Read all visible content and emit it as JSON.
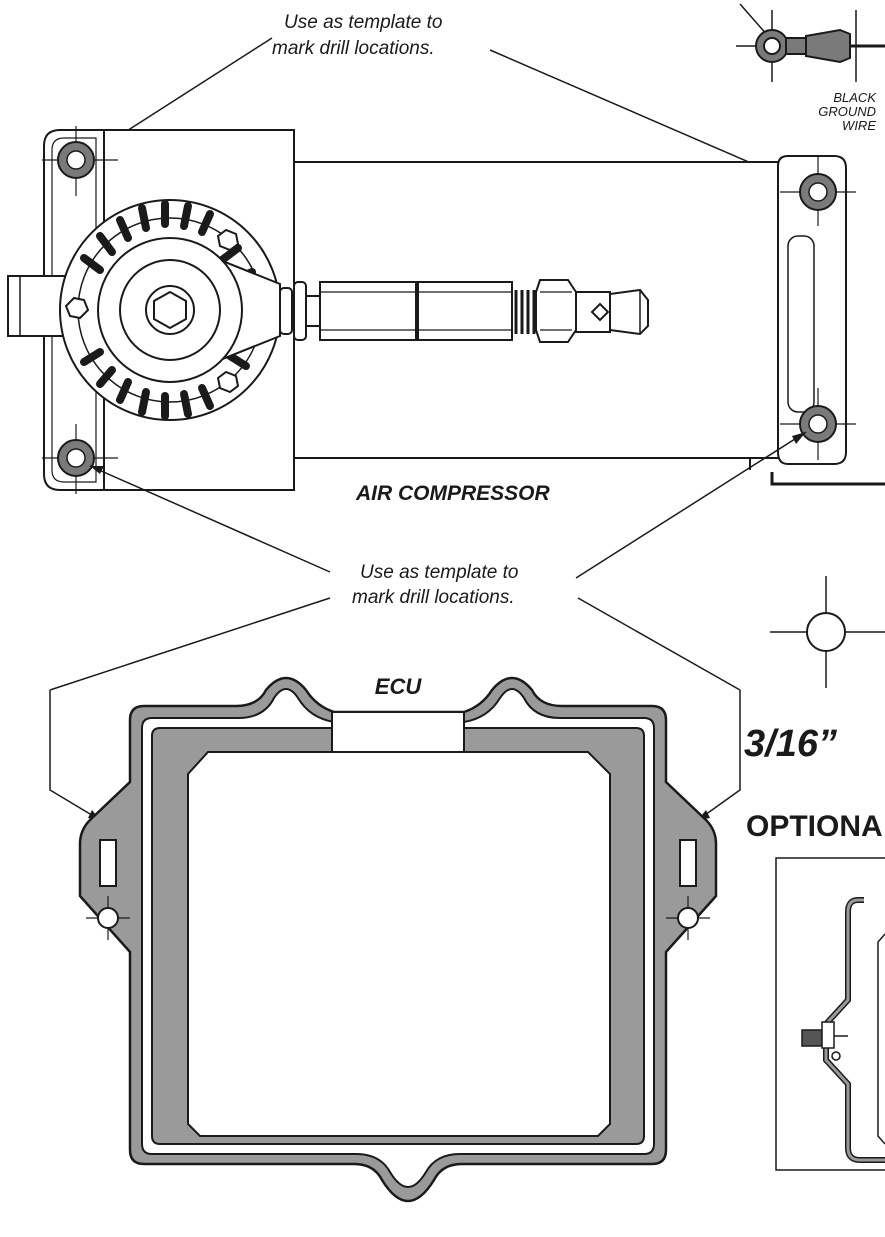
{
  "template_note": {
    "line1": "Use as template to",
    "line2": "mark drill locations."
  },
  "ground_wire": {
    "line1": "BLACK",
    "line2": "GROUND",
    "line3": "WIRE"
  },
  "air_compressor_label": "AIR COMPRESSOR",
  "ecu_label": "ECU",
  "drill_size_label": "3/16”",
  "optional_heading": "OPTIONA",
  "colors": {
    "line": "#1a1a1a",
    "plate_fill": "#9a9a9a",
    "hole_ring": "#7a7a7a"
  }
}
